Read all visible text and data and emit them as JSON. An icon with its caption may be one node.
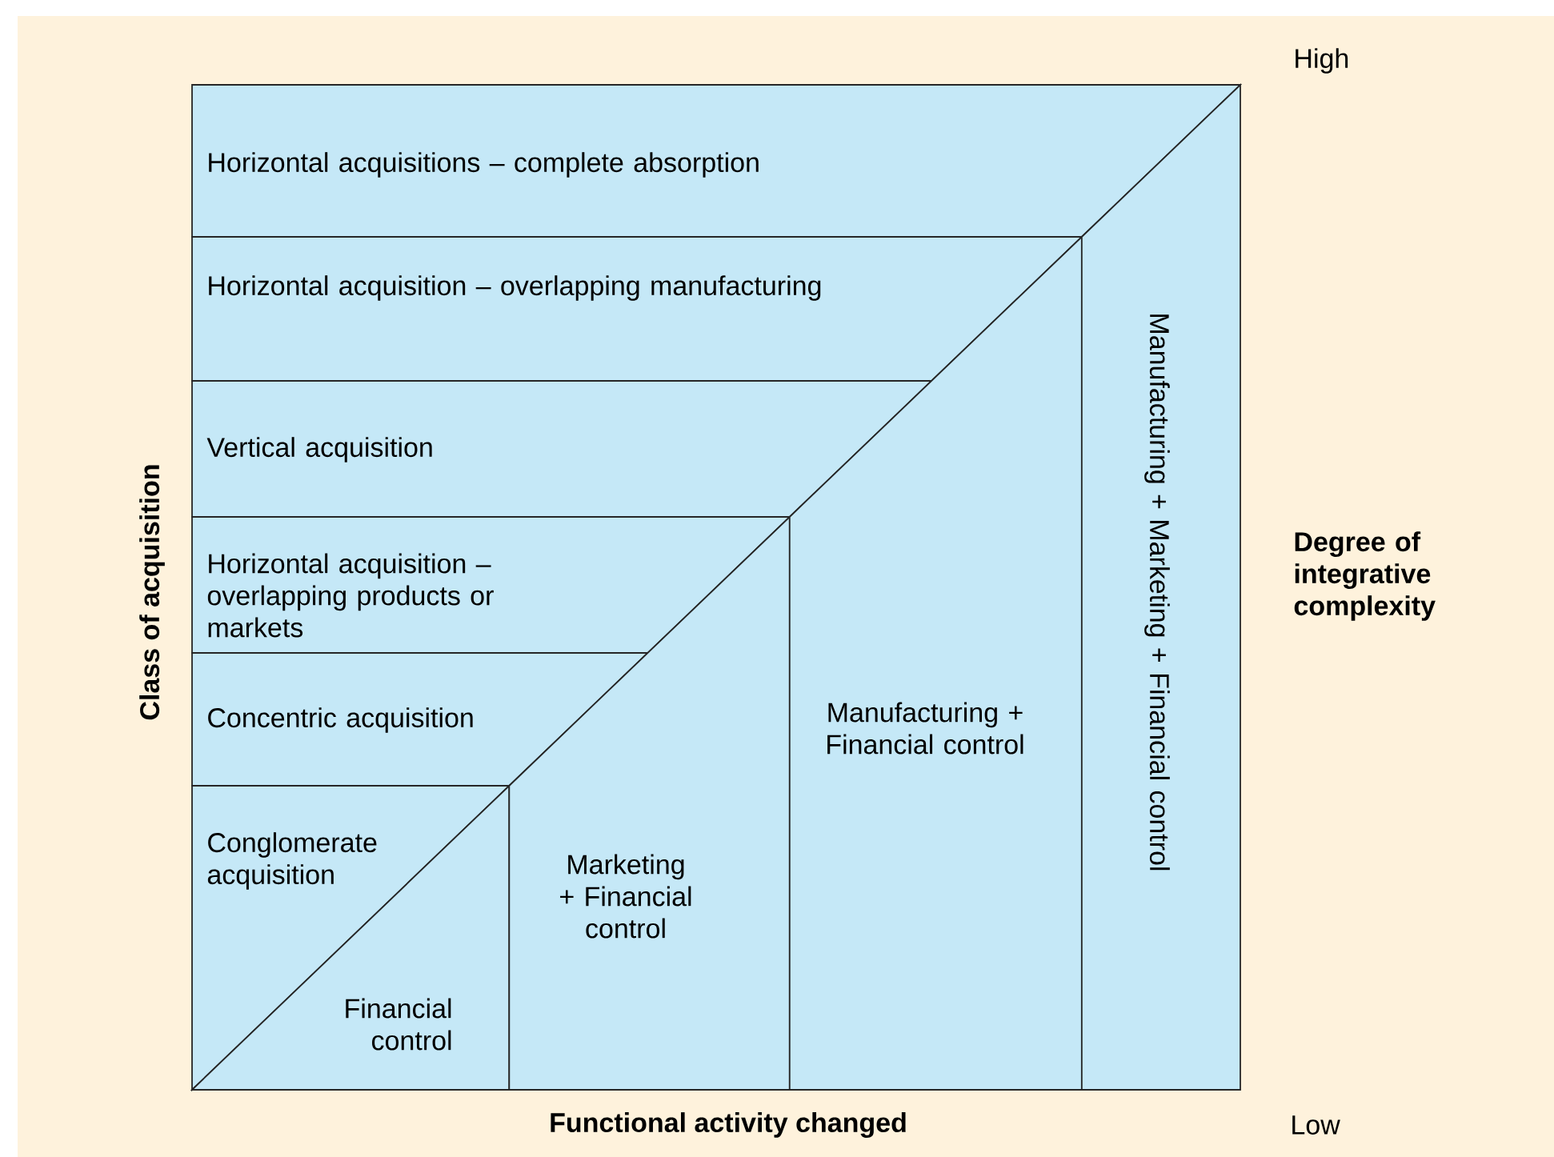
{
  "diagram": {
    "nodes": [
      {
        "text": [
          "Horizontal acquisitions – complete absorption"
        ]
      },
      {
        "text": [
          "Horizontal acquisition – overlapping manufacturing"
        ]
      },
      {
        "text": [
          "Vertical acquisition"
        ]
      },
      {
        "text": [
          "Horizontal acquisition – overlapping products or markets"
        ]
      },
      {
        "text": [
          "Concentric acquisition"
        ]
      },
      {
        "text": [
          "Conglomerate acquisition"
        ]
      },
      {
        "text": [
          "Financial control"
        ]
      },
      {
        "text": [
          "Marketing + Financial control"
        ]
      },
      {
        "text": [
          "Manufacturing + Financial control"
        ]
      },
      {
        "text": [
          "Manufacturing + Marketing + Financial control"
        ]
      }
    ],
    "edges": [],
    "labels": [
      "High",
      "Class of acquisition",
      "Degree of integrative complexity",
      "Functional activity changed",
      "Low"
    ]
  }
}
